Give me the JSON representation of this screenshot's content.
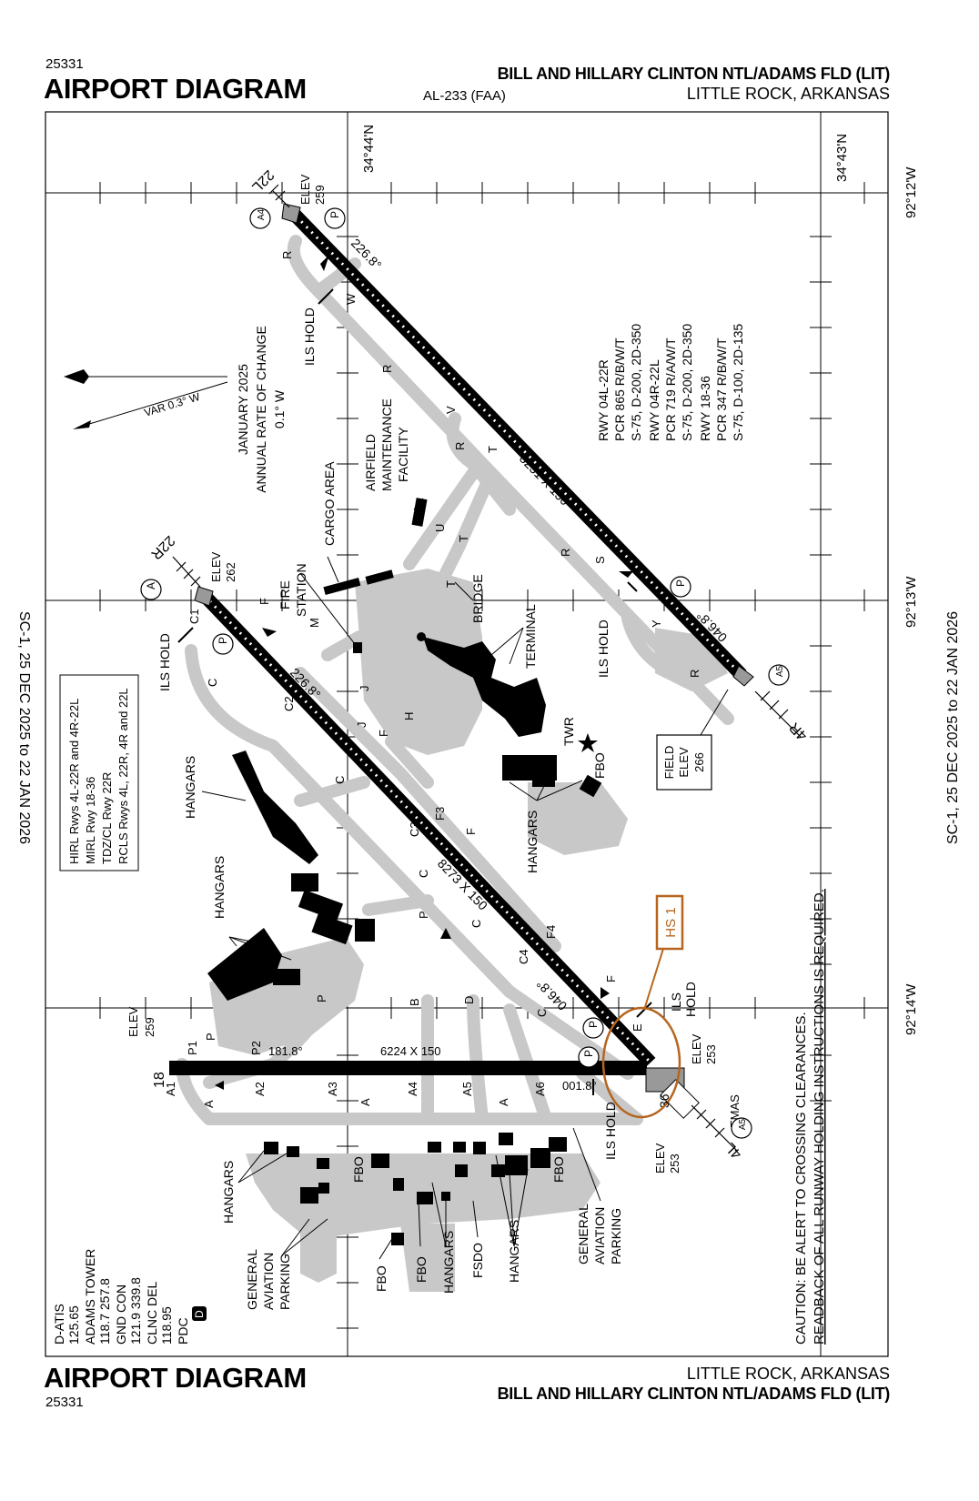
{
  "header": {
    "chart_number": "25331",
    "title": "AIRPORT DIAGRAM",
    "airport_name": "BILL AND HILLARY CLINTON NTL/ADAMS FLD (LIT)",
    "procedure_id": "AL-233 (FAA)",
    "city_state": "LITTLE ROCK, ARKANSAS"
  },
  "footer": {
    "chart_number": "25331",
    "title": "AIRPORT DIAGRAM",
    "city_state": "LITTLE ROCK, ARKANSAS",
    "airport_name": "BILL AND HILLARY CLINTON NTL/ADAMS FLD (LIT)"
  },
  "margin": {
    "validity_left": "SC-1,  25 DEC 2025  to  22 JAN 2026",
    "validity_right": "SC-1,  25 DEC 2025  to  22 JAN 2026"
  },
  "coordinates": {
    "lat_top_left": "34°44'N",
    "lat_top_right": "34°43'N",
    "lon_1": "92°12'W",
    "lon_2": "92°13'W",
    "lon_3": "92°14'W"
  },
  "magnetic": {
    "variation": "VAR 0.3° W",
    "rate_date": "JANUARY 2025",
    "rate_label": "ANNUAL RATE OF CHANGE",
    "rate_value": "0.1° W"
  },
  "runways": {
    "r22L_end": "22L",
    "r22L_elev_label": "ELEV",
    "r22L_elev": "259",
    "r22L_heading": "226.8°",
    "r4R22L_dims": "8251 X 150",
    "r4R_heading": "046.8°",
    "r4R_end": "4R",
    "r22R_end": "22R",
    "r22R_elev_label": "ELEV",
    "r22R_elev": "262",
    "r22R_heading": "226.8°",
    "r4L22R_dims": "8273 X 150",
    "r4L_heading": "046.8°",
    "r4L_end": "4L",
    "r18_end": "18",
    "r18_elev_label": "ELEV",
    "r18_elev": "259",
    "r18_heading": "181.8°",
    "r18_36_dims": "6224 X 150",
    "r36_heading": "001.8°",
    "r36_end": "36",
    "r36_elev_label": "ELEV",
    "r36_elev": "253",
    "r4L_elev_label": "ELEV",
    "r4L_elev": "253",
    "emas": "EMAS"
  },
  "field_elev": {
    "label1": "FIELD",
    "label2": "ELEV",
    "value": "266"
  },
  "hot_spot": "HS 1",
  "runway_data": [
    "RWY 04L-22R",
    "PCR 865 R/B/W/T",
    "S-75, D-200, 2D-350",
    "RWY 04R-22L",
    "PCR 719 R/A/W/T",
    "S-75, D-200, 2D-350",
    "RWY 18-36",
    "PCR 347 R/B/W/T",
    "S-75, D-100, 2D-135"
  ],
  "lighting": [
    "HIRL Rwys 4L-22R and 4R-22L",
    "MIRL Rwy 18-36",
    "TDZ/CL Rwy 22R",
    "RCLS Rwys 4L, 22R, 4R and 22L"
  ],
  "comms": [
    "D-ATIS",
    "125.65",
    "ADAMS TOWER",
    "118.7  257.8",
    "GND CON",
    "121.9  339.8",
    "CLNC DEL",
    "118.95",
    "PDC"
  ],
  "comms_badge": "D",
  "caution": [
    "CAUTION: BE ALERT TO CROSSING CLEARANCES.",
    "READBACK OF ALL RUNWAY HOLDING INSTRUCTIONS IS REQUIRED."
  ],
  "labels": {
    "ils_hold": "ILS HOLD",
    "ils": "ILS",
    "hold": "HOLD",
    "airfield": "AIRFIELD",
    "maintenance": "MAINTENANCE",
    "facility": "FACILITY",
    "cargo_area": "CARGO AREA",
    "fire": "FIRE",
    "station": "STATION",
    "bridge": "BRIDGE",
    "terminal": "TERMINAL",
    "twr": "TWR",
    "fbo": "FBO",
    "hangars": "HANGARS",
    "fsdo": "FSDO",
    "general": "GENERAL",
    "aviation": "AVIATION",
    "parking": "PARKING"
  },
  "taxiways": {
    "R": "R",
    "W": "W",
    "V": "V",
    "T": "T",
    "U": "U",
    "S": "S",
    "Y": "Y",
    "C1": "C1",
    "C2": "C2",
    "C3": "C3",
    "C4": "C4",
    "F3": "F3",
    "F4": "F4",
    "M": "M",
    "J": "J",
    "H": "H",
    "F": "F",
    "C": "C",
    "P": "P",
    "B": "B",
    "D": "D",
    "E": "E",
    "A": "A",
    "A1": "A1",
    "A2": "A2",
    "A3": "A3",
    "A4": "A4",
    "A5": "A5",
    "A6": "A6",
    "P1": "P1",
    "P2": "P2"
  },
  "symbols": {
    "park": "P",
    "rcls_a": "A",
    "rcls_a4": "A4",
    "rcls_a5": "A5"
  }
}
